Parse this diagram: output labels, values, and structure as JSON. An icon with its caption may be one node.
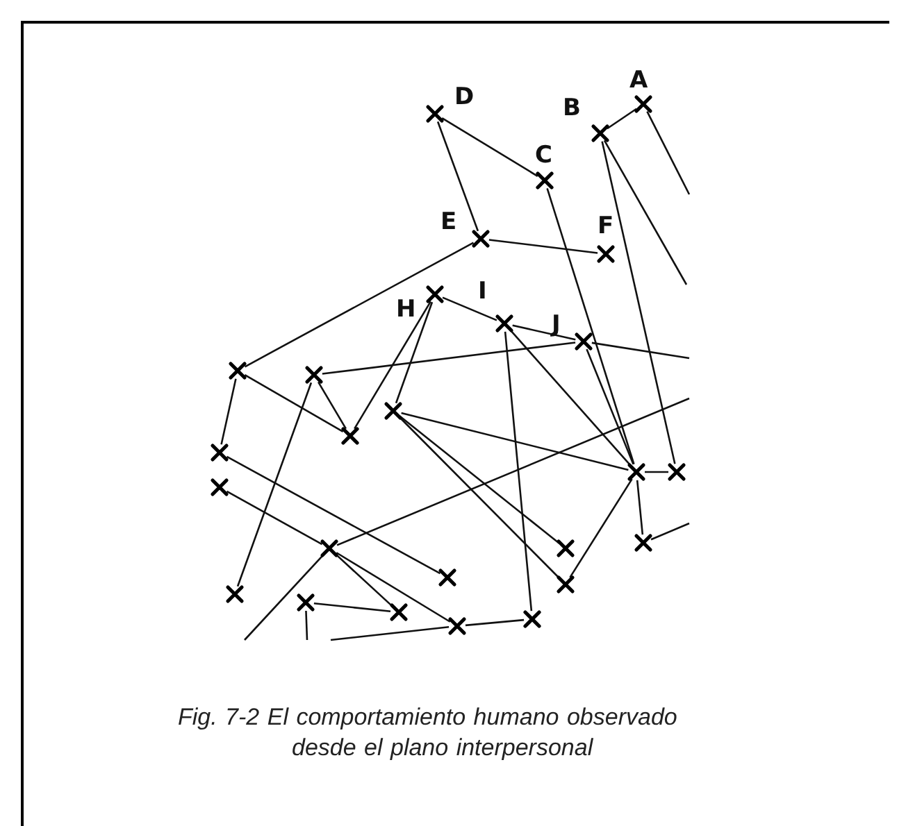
{
  "diagram": {
    "caption": "Fig. 7-2 El comportamiento humano observado desde el plano interpersonal",
    "nodes": [
      {
        "text": [],
        "shape": "cross",
        "beside": [
          "A"
        ]
      },
      {
        "text": [],
        "shape": "cross",
        "beside": [
          "D"
        ]
      },
      {
        "text": [],
        "shape": "cross",
        "beside": [
          "B"
        ]
      },
      {
        "text": [],
        "shape": "cross",
        "beside": [
          "C"
        ]
      },
      {
        "text": [],
        "shape": "cross",
        "beside": [
          "E"
        ]
      },
      {
        "text": [],
        "shape": "cross",
        "beside": [
          "F"
        ]
      },
      {
        "text": [],
        "shape": "cross",
        "beside": [
          "H"
        ]
      },
      {
        "text": [],
        "shape": "cross",
        "beside": [
          "I"
        ]
      },
      {
        "text": [],
        "shape": "cross",
        "beside": [
          "J"
        ]
      },
      {
        "text": [],
        "shape": "cross"
      },
      {
        "text": [],
        "shape": "cross"
      },
      {
        "text": [],
        "shape": "cross"
      },
      {
        "text": [],
        "shape": "cross"
      },
      {
        "text": [],
        "shape": "cross"
      },
      {
        "text": [],
        "shape": "cross"
      },
      {
        "text": [],
        "shape": "cross"
      },
      {
        "text": [],
        "shape": "cross"
      },
      {
        "text": [],
        "shape": "cross"
      },
      {
        "text": [],
        "shape": "cross"
      },
      {
        "text": [],
        "shape": "cross"
      },
      {
        "text": [],
        "shape": "cross"
      },
      {
        "text": [],
        "shape": "cross"
      },
      {
        "text": [],
        "shape": "cross"
      },
      {
        "text": [],
        "shape": "cross"
      },
      {
        "text": [],
        "shape": "cross"
      },
      {
        "text": [],
        "shape": "cross"
      },
      {
        "text": [],
        "shape": "cross"
      }
    ],
    "edges": [
      {
        "from": 0,
        "to": 2,
        "arrow": "none"
      },
      {
        "from": 0,
        "to": null,
        "arrow": "none"
      },
      {
        "from": 2,
        "to": null,
        "arrow": "none"
      },
      {
        "from": 2,
        "to": 15,
        "arrow": "none"
      },
      {
        "from": 1,
        "to": 3,
        "arrow": "none"
      },
      {
        "from": 1,
        "to": 4,
        "arrow": "none"
      },
      {
        "from": 3,
        "to": 14,
        "arrow": "none"
      },
      {
        "from": 4,
        "to": 5,
        "arrow": "none"
      },
      {
        "from": 4,
        "to": 9,
        "arrow": "none"
      },
      {
        "from": 6,
        "to": 7,
        "arrow": "none"
      },
      {
        "from": 7,
        "to": 8,
        "arrow": "none"
      },
      {
        "from": 8,
        "to": null,
        "arrow": "none"
      },
      {
        "from": 6,
        "to": 11,
        "arrow": "none"
      },
      {
        "from": 6,
        "to": 12,
        "arrow": "none"
      },
      {
        "from": 7,
        "to": 25,
        "arrow": "none"
      },
      {
        "from": 7,
        "to": 14,
        "arrow": "none"
      },
      {
        "from": 8,
        "to": 14,
        "arrow": "none"
      },
      {
        "from": 10,
        "to": 8,
        "arrow": "none"
      },
      {
        "from": 9,
        "to": 12,
        "arrow": "none"
      },
      {
        "from": 10,
        "to": 12,
        "arrow": "none"
      },
      {
        "from": 9,
        "to": 13,
        "arrow": "none"
      },
      {
        "from": 10,
        "to": 22,
        "arrow": "none"
      },
      {
        "from": 11,
        "to": 14,
        "arrow": "none"
      },
      {
        "from": 11,
        "to": 18,
        "arrow": "none"
      },
      {
        "from": 11,
        "to": 21,
        "arrow": "none"
      },
      {
        "from": 13,
        "to": 20,
        "arrow": "none"
      },
      {
        "from": 16,
        "to": 17,
        "arrow": "none"
      },
      {
        "from": 17,
        "to": 24,
        "arrow": "none"
      },
      {
        "from": 17,
        "to": 26,
        "arrow": "none"
      },
      {
        "from": 17,
        "to": null,
        "arrow": "none"
      },
      {
        "from": 17,
        "to": null,
        "arrow": "none"
      },
      {
        "from": 21,
        "to": 14,
        "arrow": "none"
      },
      {
        "from": 14,
        "to": 19,
        "arrow": "none"
      },
      {
        "from": 14,
        "to": 15,
        "arrow": "none"
      },
      {
        "from": 19,
        "to": null,
        "arrow": "none"
      },
      {
        "from": 23,
        "to": 24,
        "arrow": "none"
      },
      {
        "from": 23,
        "to": null,
        "arrow": "none"
      },
      {
        "from": 26,
        "to": 25,
        "arrow": "none"
      },
      {
        "from": null,
        "to": 26,
        "arrow": "none"
      }
    ]
  }
}
